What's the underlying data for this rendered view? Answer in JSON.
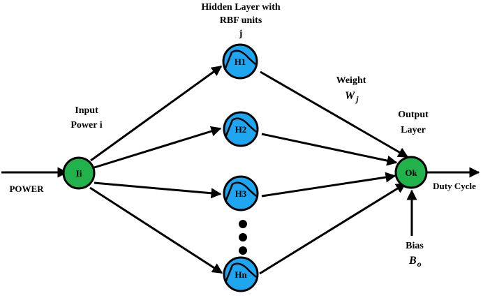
{
  "labels": {
    "hidden_title_1": "Hidden Layer with",
    "hidden_title_2": "RBF units",
    "hidden_title_3": "j",
    "input_title_1": "Input",
    "input_title_2": "Power i",
    "output_title_1": "Output",
    "output_title_2": "Layer",
    "weight_title": "Weight",
    "weight_symbol": "W",
    "weight_sub": "j",
    "bias_title": "Bias",
    "bias_symbol": "B",
    "bias_sub": "o",
    "power": "POWER",
    "duty_cycle": "Duty Cycle"
  },
  "nodes": {
    "input": "Ii",
    "output": "Ok",
    "h1": "H1",
    "h2": "H2",
    "h3": "H3",
    "hn": "Hn"
  },
  "colors": {
    "input_node": "#22b24c",
    "output_node": "#22b24c",
    "hidden_node": "#1ea7f0",
    "stroke": "#000000"
  }
}
